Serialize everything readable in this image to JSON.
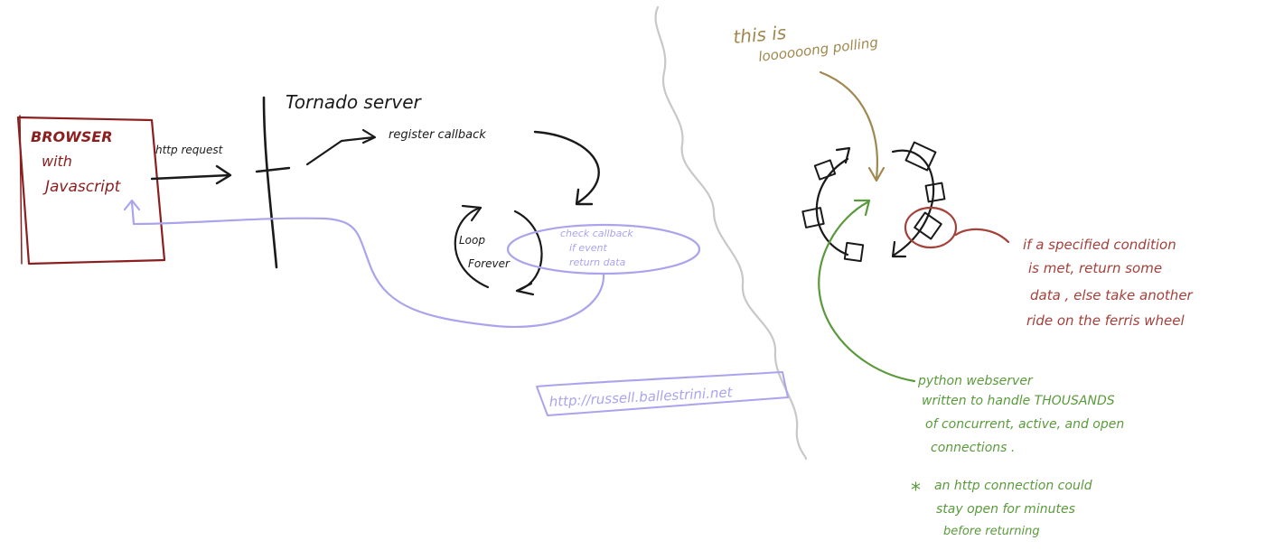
{
  "colors": {
    "ink": "#1a1a1a",
    "browser": "#8b1e1e",
    "lavender": "#a9a4ec",
    "olive": "#a0884e",
    "green": "#5a9a3c",
    "rust": "#a5403a",
    "divider": "#c8c8c8"
  },
  "browser": {
    "line1": "BROWSER",
    "line2": "with",
    "line3": "Javascript"
  },
  "request_label": "http request",
  "server_title": "Tornado server",
  "register_label": "register callback",
  "loop": {
    "line1": "Loop",
    "line2": "Forever"
  },
  "check": {
    "line1": "check callback",
    "line2": "if event",
    "line3": "return data"
  },
  "url": "http://russell.ballestrini.net",
  "long_polling": {
    "line1": "this is",
    "line2": "loooooong polling"
  },
  "condition": {
    "line1": "if a specified condition",
    "line2": "is met, return some",
    "line3": "data , else take another",
    "line4": "ride on the ferris wheel"
  },
  "webserver": {
    "line1": "python webserver",
    "line2": "written to handle THOUSANDS",
    "line3": "of concurrent, active, and open",
    "line4": "connections ."
  },
  "footnote": {
    "star": "*",
    "line1": "an http connection could",
    "line2": "stay open for minutes",
    "line3": "before returning"
  }
}
